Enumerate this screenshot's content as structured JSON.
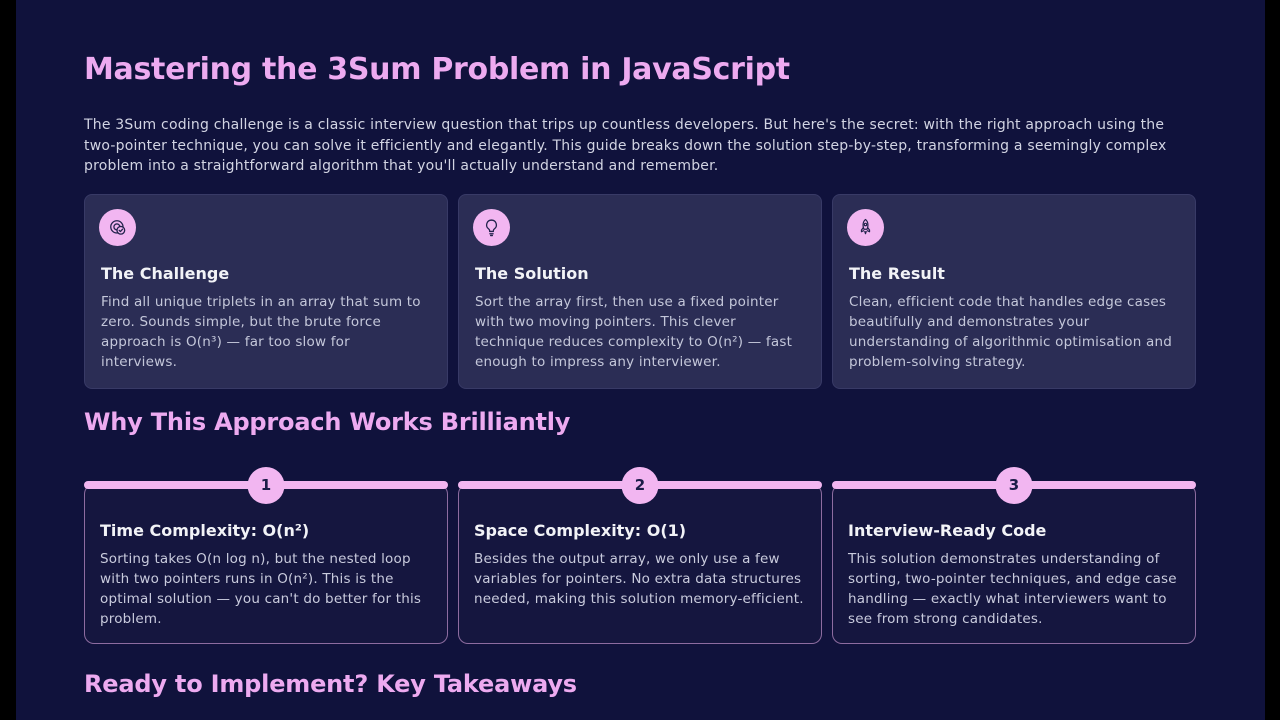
{
  "colors": {
    "background": "#10123c",
    "card_background": "#2b2d55",
    "accent_pink": "#f2b6f1",
    "heading_pink": "#edaaf0",
    "title_text": "#f2f3f7",
    "body_text": "#c9cbdd"
  },
  "page": {
    "title": "Mastering the 3Sum Problem in JavaScript",
    "intro": "The 3Sum coding challenge is a classic interview question that trips up countless developers. But here's the secret: with the right approach using the two-pointer technique, you can solve it efficiently and elegantly. This guide breaks down the solution step-by-step, transforming a seemingly complex problem into a straightforward algorithm that you'll actually understand and remember."
  },
  "overview_cards": [
    {
      "icon": "target-check-icon",
      "title": "The Challenge",
      "body": "Find all unique triplets in an array that sum to zero. Sounds simple, but the brute force approach is O(n³) — far too slow for interviews."
    },
    {
      "icon": "lightbulb-icon",
      "title": "The Solution",
      "body": "Sort the array first, then use a fixed pointer with two moving pointers. This clever technique reduces complexity to O(n²) — fast enough to impress any interviewer."
    },
    {
      "icon": "rocket-icon",
      "title": "The Result",
      "body": "Clean, efficient code that handles edge cases beautifully and demonstrates your understanding of algorithmic optimisation and problem-solving strategy."
    }
  ],
  "why_section": {
    "heading": "Why This Approach Works Brilliantly"
  },
  "step_cards": [
    {
      "number": "1",
      "title": "Time Complexity: O(n²)",
      "body": "Sorting takes O(n log n), but the nested loop with two pointers runs in O(n²). This is the optimal solution — you can't do better for this problem."
    },
    {
      "number": "2",
      "title": "Space Complexity: O(1)",
      "body": "Besides the output array, we only use a few variables for pointers. No extra data structures needed, making this solution memory-efficient."
    },
    {
      "number": "3",
      "title": "Interview-Ready Code",
      "body": "This solution demonstrates understanding of sorting, two-pointer techniques, and edge case handling — exactly what interviewers want to see from strong candidates."
    }
  ],
  "takeaways_section": {
    "heading": "Ready to Implement? Key Takeaways"
  }
}
